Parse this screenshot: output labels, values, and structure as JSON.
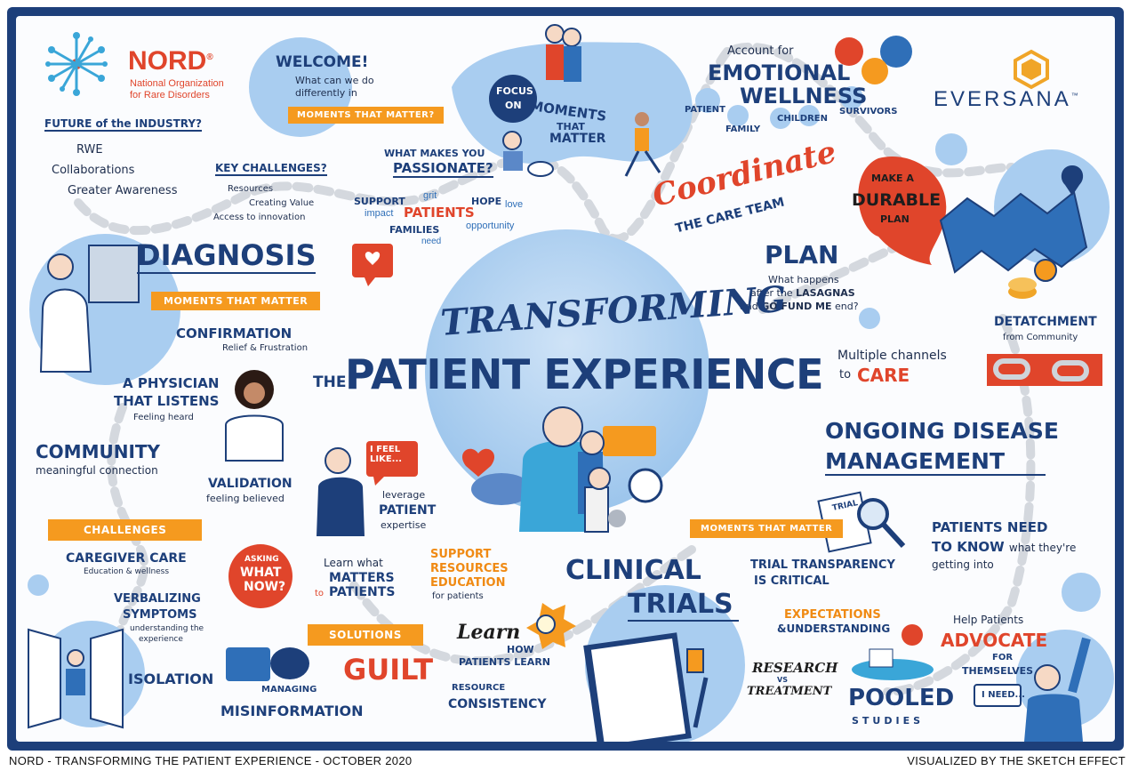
{
  "logos": {
    "nord_name": "NORD",
    "nord_reg": "®",
    "nord_sub1": "National Organization",
    "nord_sub2": "for Rare Disorders",
    "eversana": "EVERSANA",
    "eversana_tm": "™"
  },
  "title": {
    "line1": "TRANSFORMING",
    "the": "THE",
    "line2": "PATIENT EXPERIENCE"
  },
  "welcome": {
    "heading": "WELCOME!",
    "line1": "What can we do",
    "line2": "differently in",
    "tag": "MOMENTS THAT MATTER?"
  },
  "future": {
    "heading": "FUTURE of the INDUSTRY?",
    "items": [
      "RWE",
      "Collaborations",
      "Greater Awareness"
    ]
  },
  "key_challenges": {
    "heading": "KEY CHALLENGES?",
    "items": [
      "Resources",
      "Creating Value",
      "Access to innovation"
    ]
  },
  "passionate": {
    "heading1": "WHAT MAKES YOU",
    "heading2": "PASSIONATE?",
    "support": "SUPPORT",
    "grit": "grit",
    "impact": "impact",
    "patients": "PATIENTS",
    "hope": "HOPE",
    "love": "love",
    "families": "FAMILIES",
    "need": "need",
    "opportunity": "opportunity"
  },
  "focus": {
    "focus": "FOCUS",
    "on": "ON",
    "moments": "MOMENTS",
    "that": "THAT",
    "matter": "MATTER"
  },
  "emotional": {
    "account": "Account for",
    "emotional": "EMOTIONAL",
    "wellness": "WELLNESS",
    "patient": "PATIENT",
    "family": "FAMILY",
    "children": "CHILDREN",
    "survivors": "SURVIVORS"
  },
  "coordinate": {
    "word": "Coordinate",
    "sub": "THE CARE TEAM"
  },
  "durable": {
    "make": "MAKE A",
    "durable": "DURABLE",
    "plan": "PLAN"
  },
  "plan": {
    "heading": "PLAN",
    "line1": "What happens",
    "line2": "after the",
    "lasagnas": "LASAGNAS",
    "line3": "and",
    "gofund": "GO FUND ME",
    "end": "end?"
  },
  "detatchment": {
    "heading": "DETATCHMENT",
    "sub": "from Community"
  },
  "channels": {
    "line1": "Multiple channels",
    "to": "to",
    "care": "CARE"
  },
  "ongoing": {
    "line1": "ONGOING DISEASE",
    "line2": "MANAGEMENT"
  },
  "diagnosis": {
    "heading": "DIAGNOSIS",
    "tag": "MOMENTS THAT MATTER",
    "confirmation": "CONFIRMATION",
    "confirmation_sub": "Relief & Frustration",
    "physician1": "A PHYSICIAN",
    "physician2": "THAT LISTENS",
    "physician_sub": "Feeling heard",
    "community": "COMMUNITY",
    "community_sub": "meaningful connection",
    "validation": "VALIDATION",
    "validation_sub": "feeling believed"
  },
  "challenges": {
    "tag": "CHALLENGES",
    "caregiver": "CAREGIVER CARE",
    "caregiver_sub": "Education & wellness",
    "verbal1": "VERBALIZING",
    "verbal2": "SYMPTOMS",
    "verbal_sub1": "understanding the",
    "verbal_sub2": "experience",
    "isolation": "ISOLATION"
  },
  "asking": {
    "asking": "ASKING",
    "what": "WHAT",
    "now": "NOW?"
  },
  "feel": {
    "bubble": "I FEEL LIKE...",
    "leverage": "leverage",
    "patient": "PATIENT",
    "expertise": "expertise"
  },
  "solutions": {
    "tag": "SOLUTIONS",
    "learn1": "Learn what",
    "matters": "MATTERS",
    "to": "to",
    "patients": "PATIENTS",
    "support": "SUPPORT",
    "resources": "RESOURCES",
    "education": "EDUCATION",
    "for_patients": "for patients",
    "guilt": "GUILT",
    "managing": "MANAGING",
    "misinformation": "MISINFORMATION",
    "learn": "Learn",
    "how": "HOW",
    "patients_learn": "PATIENTS LEARN",
    "resource": "RESOURCE",
    "consistency": "CONSISTENCY"
  },
  "clinical": {
    "line1": "CLINICAL",
    "line2": "TRIALS",
    "tag": "MOMENTS THAT MATTER",
    "transparency1": "TRIAL TRANSPARENCY",
    "transparency2": "IS CRITICAL",
    "expectations": "EXPECTATIONS",
    "understanding": "&UNDERSTANDING",
    "research": "RESEARCH",
    "vs": "VS",
    "treatment": "TREATMENT",
    "pooled": "POOLED",
    "studies": "STUDIES",
    "trial_doc": "TRIAL"
  },
  "right_bottom": {
    "need1": "PATIENTS NEED",
    "need2": "TO KNOW",
    "need2b": "what they're",
    "need3": "getting into",
    "help": "Help Patients",
    "advocate": "ADVOCATE",
    "for": "FOR",
    "themselves": "THEMSELVES",
    "ineed": "I NEED..."
  },
  "footer": {
    "left": "NORD - TRANSFORMING THE PATIENT EXPERIENCE - OCTOBER 2020",
    "right": "VISUALIZED BY THE SKETCH EFFECT"
  },
  "colors": {
    "navy": "#1d3f7a",
    "red": "#e0452b",
    "orange": "#f59a1f",
    "light_blue": "#a9cdf0"
  }
}
